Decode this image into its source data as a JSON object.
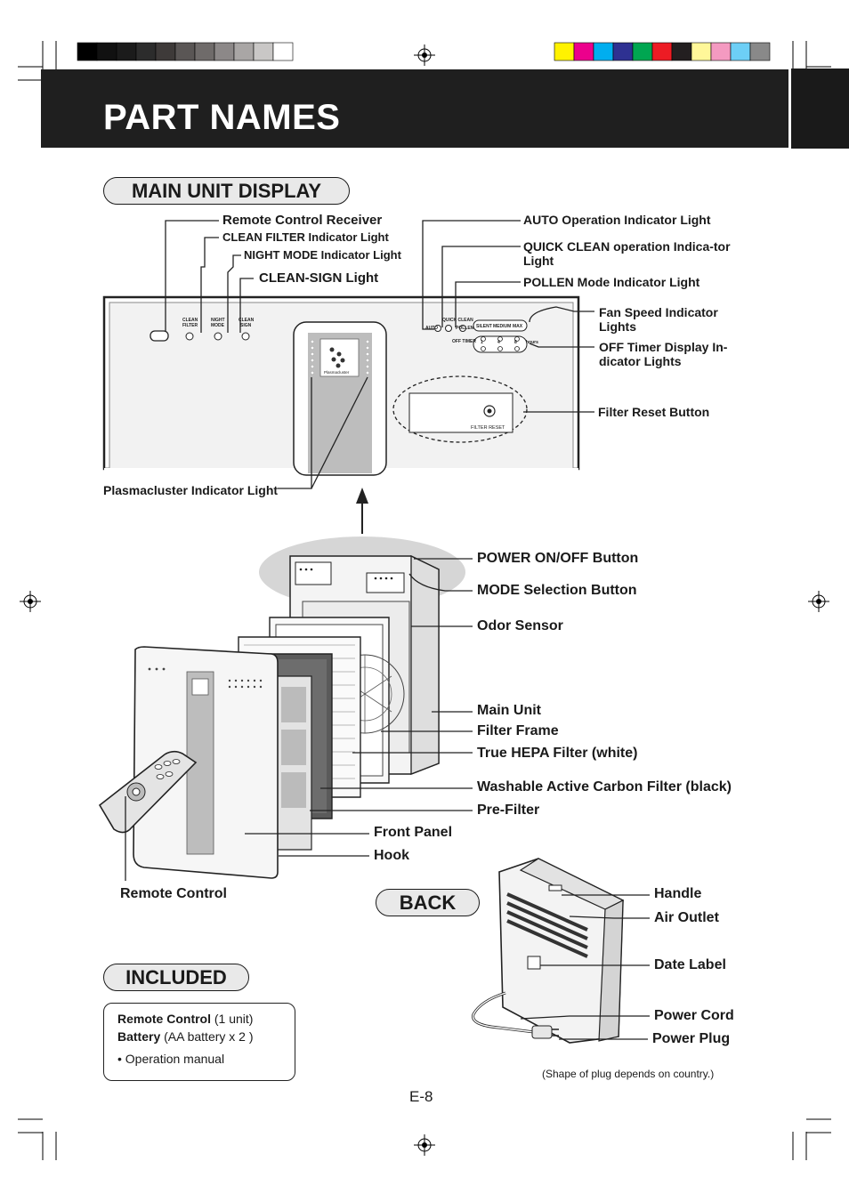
{
  "page": {
    "title": "PART NAMES",
    "page_number": "E-8",
    "swatches_gray": [
      "#000000",
      "#111111",
      "#1b1b1b",
      "#2c2c2c",
      "#3e3a39",
      "#5a5655",
      "#6f6b6a",
      "#8c8888",
      "#a9a6a5",
      "#c9c7c6",
      "#ffffff"
    ],
    "swatches_color": [
      "#fff200",
      "#ec008c",
      "#00aeef",
      "#2e3192",
      "#00a651",
      "#ed1c24",
      "#231f20",
      "#fff799",
      "#f49ac1",
      "#6dcff6",
      "#898989"
    ]
  },
  "main_unit_display": {
    "heading": "MAIN UNIT DISPLAY",
    "labels": {
      "remote_receiver": "Remote Control Receiver",
      "clean_filter_light": "CLEAN FILTER Indicator Light",
      "night_mode_light": "NIGHT MODE Indicator Light",
      "clean_sign_light": "CLEAN-SIGN Light",
      "auto_light": "AUTO Operation Indicator Light",
      "quick_clean_light": "QUICK CLEAN operation Indica-tor Light",
      "pollen_light": "POLLEN Mode Indicator Light",
      "fan_speed_lights": "Fan Speed Indicator Lights",
      "off_timer_lights": "OFF Timer Display In-dicator Lights",
      "filter_reset_button": "Filter Reset Button",
      "plasmacluster_light": "Plasmacluster Indicator Light"
    },
    "panel_text": {
      "clean_filter": "CLEAN\nFILTER",
      "night_mode": "NIGHT\nMODE",
      "clean_sign": "CLEAN\nSIGN",
      "auto": "AUTO",
      "quick_clean": "QUICK CLEAN",
      "pollen": "POLLEN",
      "silent": "SILENT",
      "medium": "MEDIUM",
      "max": "MAX",
      "off_timer": "OFF TIMER",
      "t1": "1",
      "t4": "4",
      "t8": "8",
      "hours": "hours",
      "filter_reset": "FILTER RESET",
      "plasmacluster": "Plasmacluster"
    }
  },
  "exploded_view": {
    "labels": {
      "power_button": "POWER ON/OFF Button",
      "mode_button": "MODE Selection Button",
      "odor_sensor": "Odor Sensor",
      "main_unit": "Main Unit",
      "filter_frame": "Filter Frame",
      "hepa_filter": "True HEPA Filter (white)",
      "carbon_filter": "Washable Active Carbon Filter (black)",
      "pre_filter": "Pre-Filter",
      "front_panel": "Front Panel",
      "hook": "Hook",
      "remote_control": "Remote Control"
    }
  },
  "back": {
    "heading": "BACK",
    "labels": {
      "handle": "Handle",
      "air_outlet": "Air Outlet",
      "date_label": "Date Label",
      "power_cord": "Power Cord",
      "power_plug": "Power Plug"
    },
    "note": "(Shape of plug depends on country.)"
  },
  "included": {
    "heading": "INCLUDED",
    "items": [
      {
        "bold": "Remote Control",
        "normal": " (1 unit)"
      },
      {
        "bold": "Battery",
        "normal": " (AA battery x 2 )"
      }
    ],
    "extra": "• Operation manual"
  }
}
